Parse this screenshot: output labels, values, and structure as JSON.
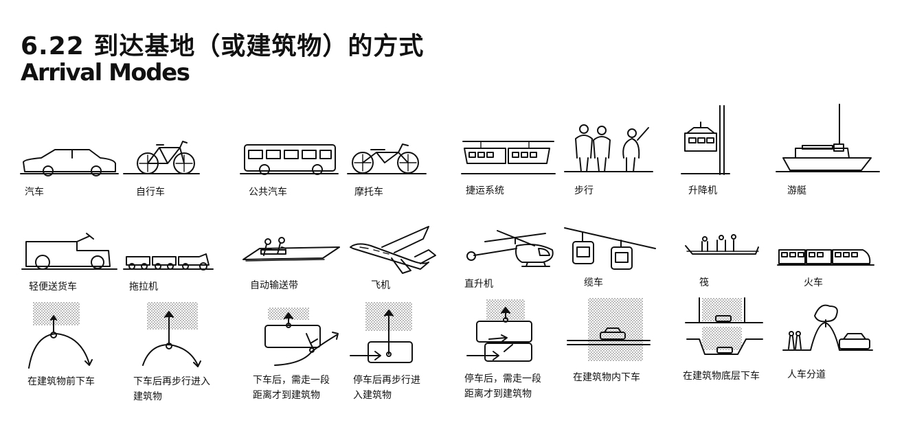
{
  "title": {
    "chinese": "6.22  到达基地（或建筑物）的方式",
    "english": "Arrival Modes"
  },
  "row1": [
    "汽车",
    "自行车",
    "公共汽车",
    "摩托车",
    "捷运系统",
    "步行",
    "升降机",
    "游艇"
  ],
  "row2": [
    "轻便送货车",
    "拖拉机",
    "自动输送带",
    "飞机",
    "直升机",
    "缆车",
    "筏",
    "火车"
  ],
  "row3": [
    [
      "在建筑物前下车"
    ],
    [
      "下车后再步行进入",
      "建筑物"
    ],
    [
      "下车后，需走一段",
      "距离才到建筑物"
    ],
    [
      "停车后再步行进",
      "入建筑物"
    ],
    [
      "停车后，需走一段",
      "距离才到建筑物"
    ],
    [
      "在建筑物内下车"
    ],
    [
      "在建筑物底层下车"
    ],
    [
      "人车分道"
    ]
  ],
  "colors": {
    "ink": "#111111",
    "stipple": "#9a9a9a",
    "background": "#ffffff"
  }
}
